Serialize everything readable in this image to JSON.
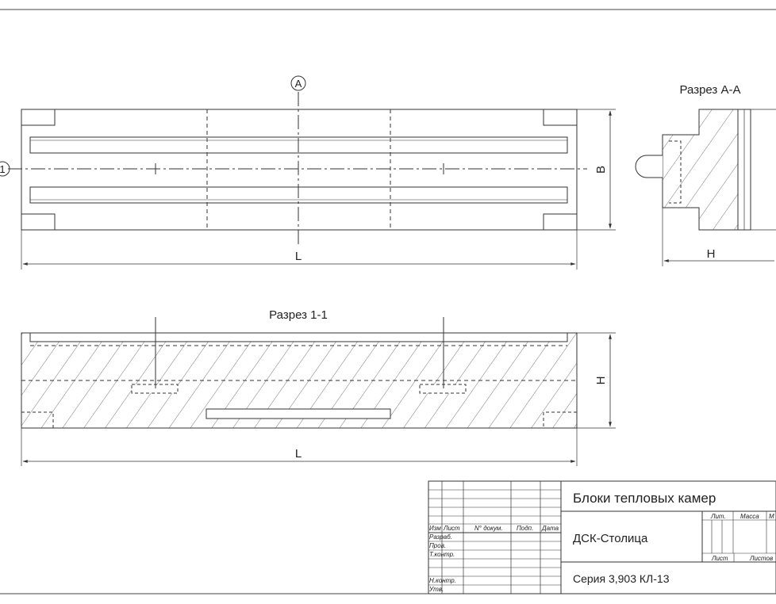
{
  "labels": {
    "marker_a": "A",
    "marker_1": "1",
    "dim_b": "B",
    "dim_l_top": "L",
    "dim_h_side": "H",
    "dim_h_section": "H",
    "dim_l_section": "L",
    "section_aa": "Разрез А-А",
    "section_11": "Разрез 1-1"
  },
  "title_block": {
    "title": "Блоки тепловых камер",
    "organization": "ДСК-Столица",
    "series": "Серия 3,903 КЛ-13",
    "headers": {
      "izm": "Изм",
      "list": "Лист",
      "doc_no": "N° докум.",
      "sign": "Подп.",
      "date": "Дата"
    },
    "roles": {
      "razrab": "Разраб.",
      "prov": "Пров.",
      "tkontr": "Т.контр.",
      "nkontr": "Н.контр.",
      "utv": "Утв."
    },
    "meta": {
      "lit": "Лит.",
      "massa": "Масса",
      "masshtab": "М",
      "list": "Лист",
      "listov": "Листов"
    }
  }
}
